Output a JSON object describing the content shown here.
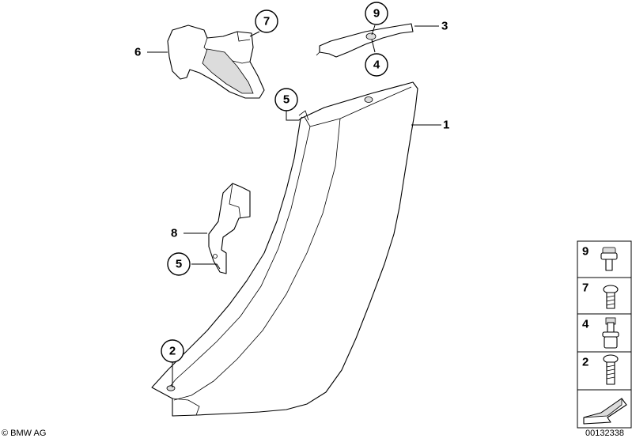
{
  "callouts": {
    "c1": "1",
    "c2": "2",
    "c3": "3",
    "c4": "4",
    "c5a": "5",
    "c5b": "5",
    "c6": "6",
    "c7": "7",
    "c8": "8",
    "c9": "9"
  },
  "legend": {
    "items": [
      {
        "number": "9",
        "icon": "nut-clip-icon"
      },
      {
        "number": "7",
        "icon": "screw-icon"
      },
      {
        "number": "4",
        "icon": "expanding-rivet-icon"
      },
      {
        "number": "2",
        "icon": "bolt-icon"
      }
    ]
  },
  "footer": {
    "copyright": "© BMW AG",
    "diagram_number": "00132338"
  }
}
